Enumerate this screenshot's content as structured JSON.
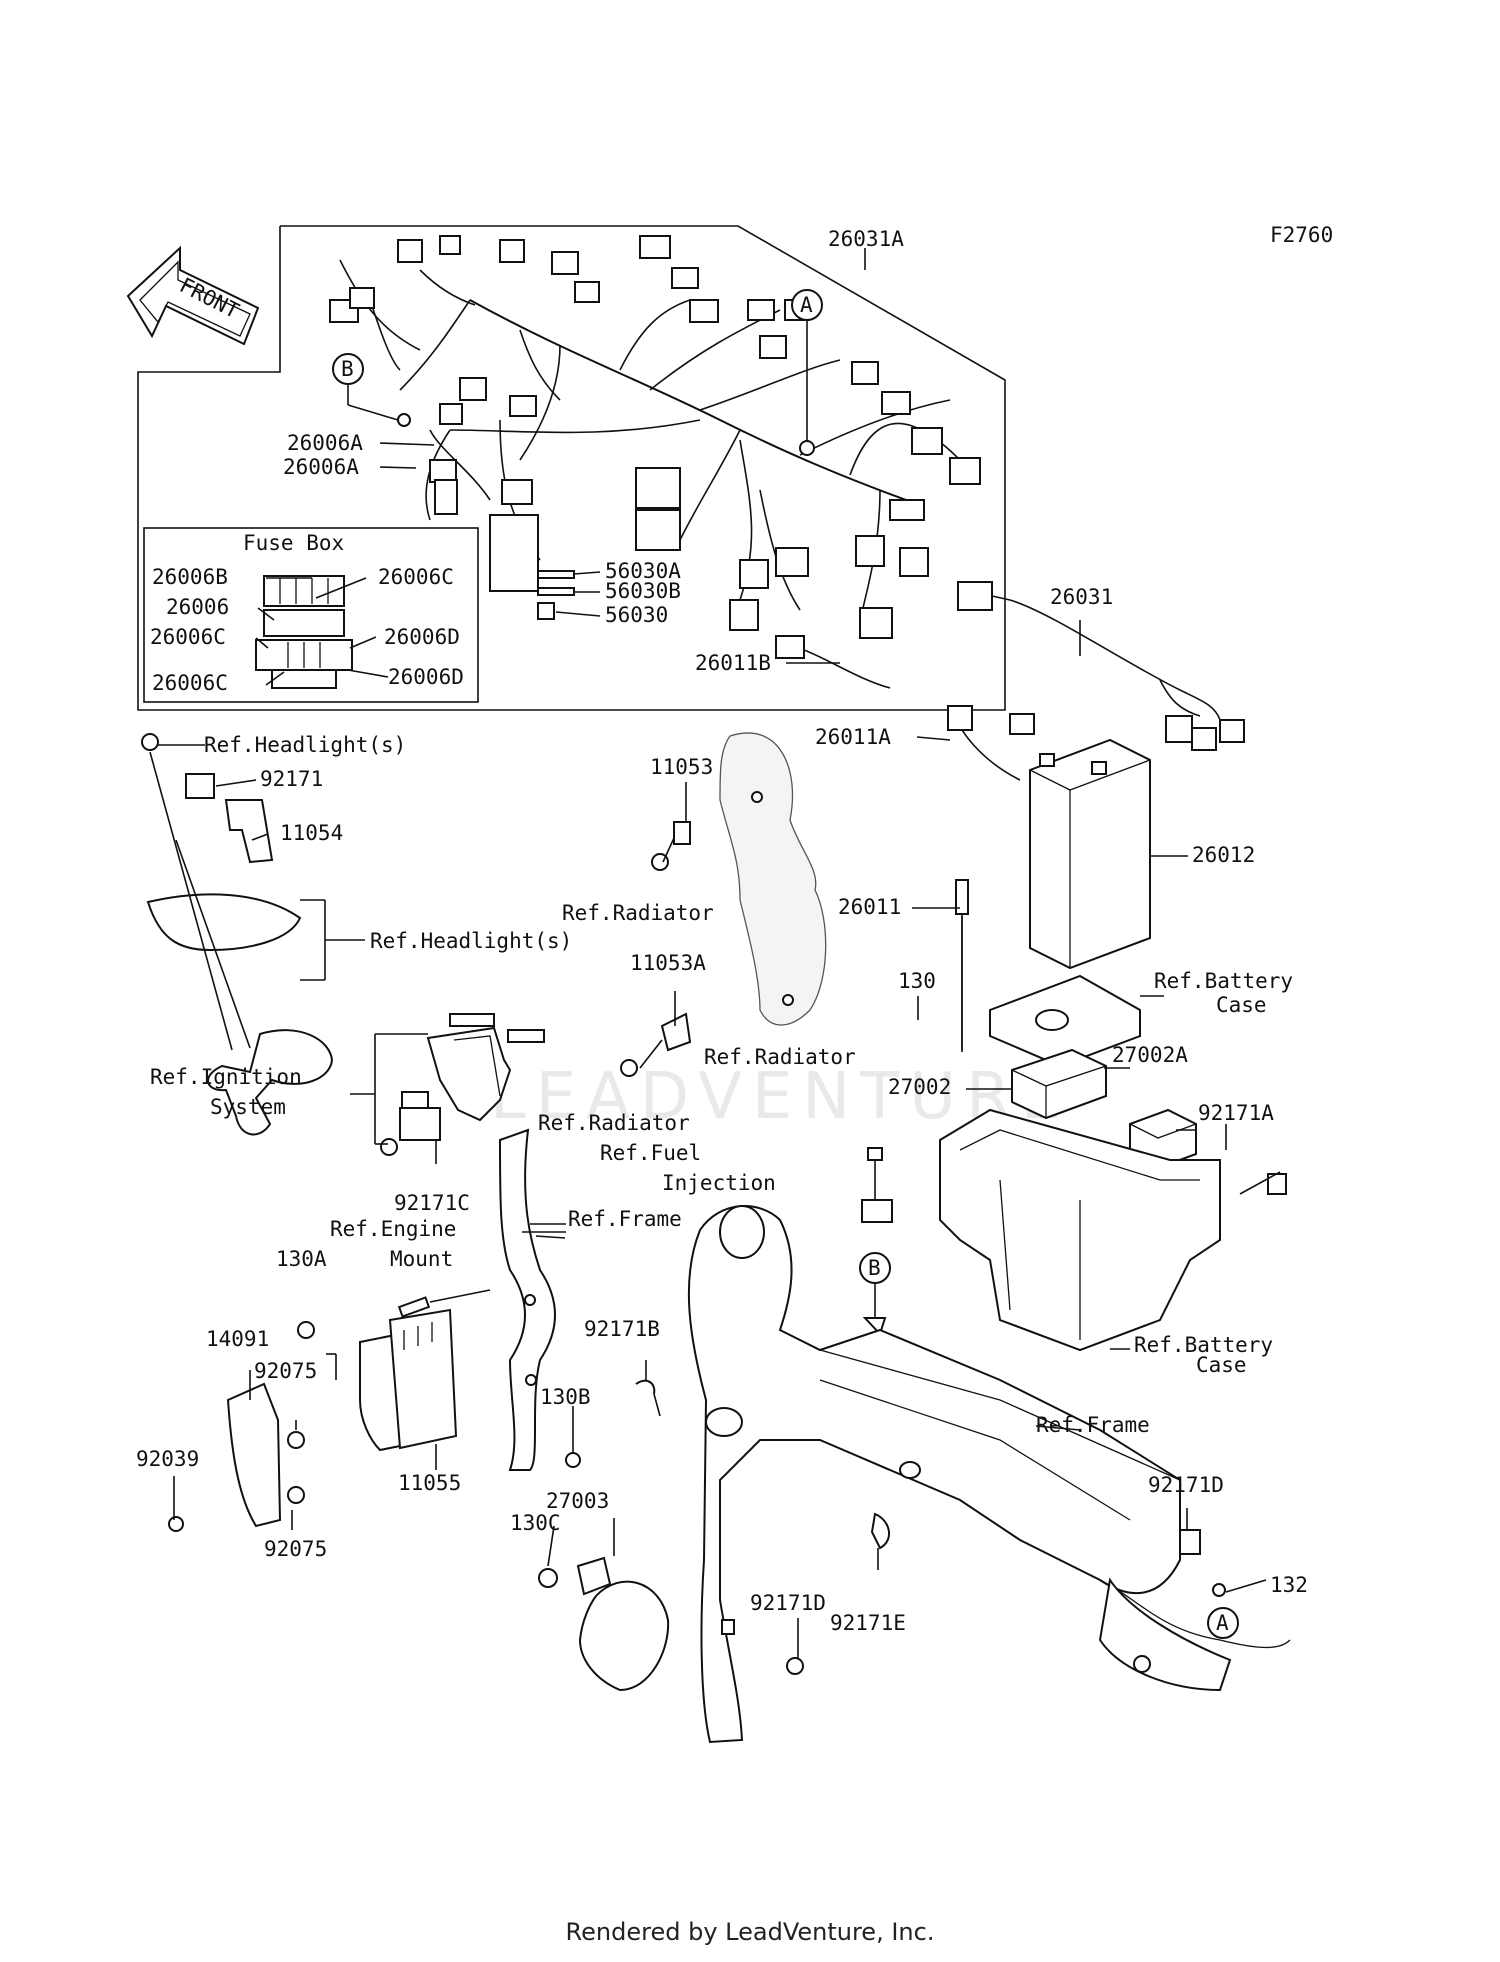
{
  "figure_code": "F2760",
  "front_label": "FRONT",
  "watermark": "LEADVENTURE",
  "footer": "Rendered by LeadVenture, Inc.",
  "fuse_box_title": "Fuse Box",
  "callouts": {
    "A": "A",
    "B": "B"
  },
  "labels": {
    "p26031A": "26031A",
    "p26006A_1": "26006A",
    "p26006A_2": "26006A",
    "p26006B": "26006B",
    "p26006C_1": "26006C",
    "p26006": "26006",
    "p26006C_2": "26006C",
    "p26006D_1": "26006D",
    "p26006C_3": "26006C",
    "p26006D_2": "26006D",
    "p56030A": "56030A",
    "p56030B": "56030B",
    "p56030": "56030",
    "p26011B": "26011B",
    "p26031": "26031",
    "p26011A": "26011A",
    "p26012": "26012",
    "p26011": "26011",
    "p130": "130",
    "p27002A": "27002A",
    "p27002": "27002",
    "p92171A": "92171A",
    "p11053": "11053",
    "p11053A": "11053A",
    "p92171": "92171",
    "p11054": "11054",
    "p92171C": "92171C",
    "p130A": "130A",
    "p14091": "14091",
    "p92075_1": "92075",
    "p92039": "92039",
    "p92075_2": "92075",
    "p11055": "11055",
    "p92171B": "92171B",
    "p130B": "130B",
    "p27003": "27003",
    "p130C": "130C",
    "p92171D_1": "92171D",
    "p92171E": "92171E",
    "p92171D_2": "92171D",
    "p132": "132"
  },
  "refs": {
    "headlight_1": "Ref.Headlight(s)",
    "headlight_2": "Ref.Headlight(s)",
    "radiator_1": "Ref.Radiator",
    "radiator_2": "Ref.Radiator",
    "radiator_3": "Ref.Radiator",
    "ignition_1": "Ref.Ignition",
    "ignition_2": "System",
    "battery_case_1a": "Ref.Battery",
    "battery_case_1b": "Case",
    "battery_case_2a": "Ref.Battery",
    "battery_case_2b": "Case",
    "fuel_1": "Ref.Fuel",
    "fuel_2": "Injection",
    "frame_1": "Ref.Frame",
    "frame_2": "Ref.Frame",
    "engine_mount_1": "Ref.Engine",
    "engine_mount_2": "Mount"
  }
}
